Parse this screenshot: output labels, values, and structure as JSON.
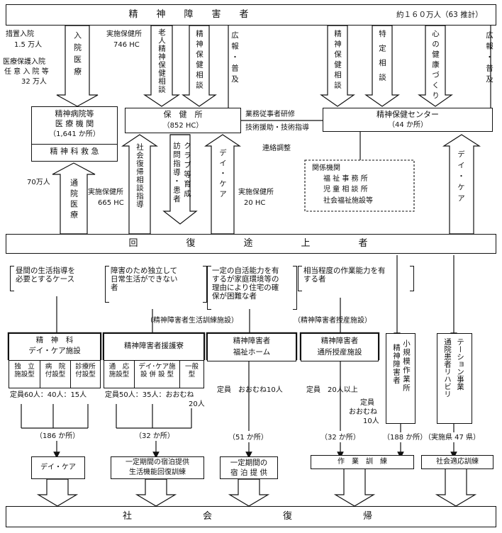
{
  "top": {
    "title": "精神障害者",
    "total": "約１６０万人（63 推計）"
  },
  "left_top": {
    "s1": "措置入院",
    "s1n": "1.5 万人",
    "s2": "医療保護入院",
    "s3": "任 意 入 院 等",
    "s3n": "32 万人",
    "arrow": "入院医療"
  },
  "hc_top": {
    "impl": "実施保健所",
    "impl_n": "746 HC",
    "a1": "老人精神保健相談",
    "a2": "精神保健相談",
    "a3": "広報・普及"
  },
  "pc_top": {
    "a1": "精神保健相談",
    "a2": "特定相談",
    "a3": "心の健康づくり",
    "a4": "広報・普及"
  },
  "hospital": {
    "l1": "精神病院等",
    "l2": "医 療 機 関",
    "l3": "（1,641 か所）",
    "l4": "精 神 科 救 急"
  },
  "hc": {
    "l1": "保　健　所",
    "l2": "（852 HC）"
  },
  "mid_links": {
    "l1": "業務従事者研修",
    "l2": "技術援助・技術指導",
    "l3": "連絡調整"
  },
  "pc": {
    "l1": "精神保健センター",
    "l2": "（44 か所）"
  },
  "related": {
    "l1": "関係機関",
    "l2": "福 祉 事 務 所",
    "l3": "児 童 相 談 所",
    "l4": "社会福祉施設等"
  },
  "mid_arrows": {
    "n70": "70万人",
    "outpatient": "通院医療",
    "impl1": "実施保健所",
    "impl1_n": "665 HC",
    "social": "社会復帰相談指導",
    "club": "クラブ等育成",
    "visit": "訪問指導・患者",
    "day1": "デイ・ケア",
    "impl2": "実施保健所",
    "impl2_n": "20 HC",
    "day2": "デイ・ケア"
  },
  "recovery": "回復途上者",
  "cases": {
    "c1": "昼間の生活指導を\n必要とするケース",
    "c2": "障害のため独立して\n日常生活ができない\n者",
    "c3": "一定の自活能力を有\nするが家庭環境等の\n理由により住宅の確\n保が困難な者",
    "c4": "相当程度の作業能力を有\nする者"
  },
  "labels": {
    "living": "（精神障害者生活訓練施設）",
    "work": "（精神障害者授産施設）"
  },
  "fac1": {
    "t1": "精　神　科",
    "t2": "デイ・ケア施設",
    "c1": "独　立\n施設型",
    "c2": "病　院\n付設型",
    "c3": "診療所\n付設型",
    "cap": "定員60人：40人：15人"
  },
  "fac2": {
    "t1": "精神障害者援護寮",
    "c1": "通　応\n施設型",
    "c2": "デイ･ケア施\n設 併 設 型",
    "c3": "一般\n型",
    "cap": "定員50人：35人：おおむね",
    "cap2": "20人"
  },
  "fac3": {
    "t1": "精神障害者",
    "t2": "福祉ホーム",
    "cap": "定員　おおむね10人"
  },
  "fac4": {
    "t1": "精神障害者",
    "t2": "通所授産施設",
    "cap": "定員　20人以上"
  },
  "fac5": {
    "t1": "精神障害者",
    "t2": "小規模作業所",
    "cap1": "定員",
    "cap2": "おおむね",
    "cap3": "10人"
  },
  "fac6": {
    "t1": "通院患者リハビリ",
    "t2": "テーション事業"
  },
  "counts": {
    "n1": "（186 か所）",
    "n2": "（32 か所）",
    "n3": "（51 か所）",
    "n4": "（32 か所）",
    "n5": "（188 か所）",
    "n6": "（実施県 47 県）"
  },
  "outputs": {
    "o1": "デイ・ケア",
    "o2a": "一定期間の宿泊提供",
    "o2b": "生活機能回復訓練",
    "o3a": "一定期間の",
    "o3b": "宿 泊 提 供",
    "o4": "作　業　訓　練",
    "o5": "社会適応訓練"
  },
  "bottom": "社会復帰"
}
